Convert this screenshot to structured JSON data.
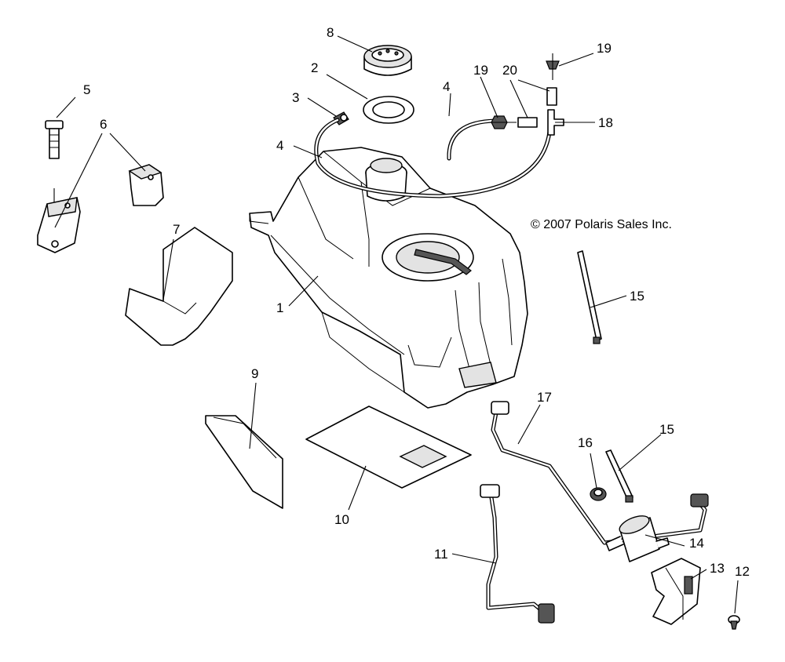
{
  "copyright": "© 2007 Polaris Sales Inc.",
  "callouts": [
    "1",
    "2",
    "3",
    "4",
    "4",
    "5",
    "6",
    "7",
    "8",
    "9",
    "10",
    "11",
    "12",
    "13",
    "14",
    "15",
    "15",
    "16",
    "17",
    "18",
    "19",
    "19",
    "20"
  ]
}
